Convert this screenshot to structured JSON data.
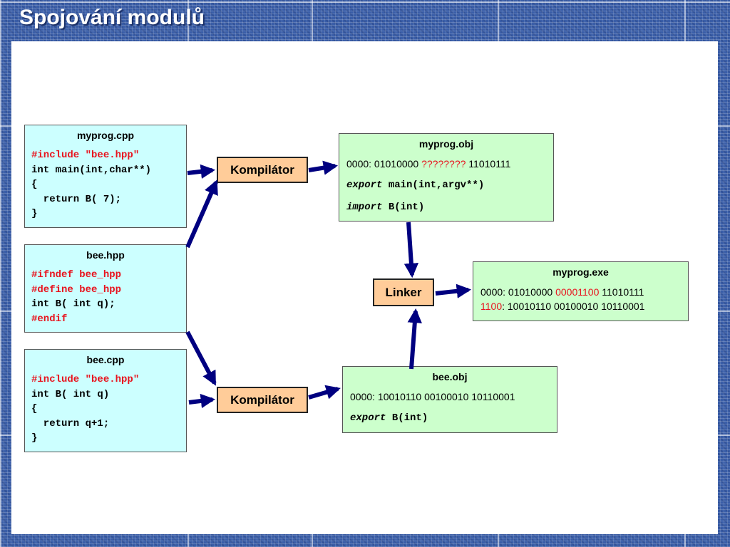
{
  "title": "Spojování modulů",
  "source_boxes": {
    "myprog_cpp": {
      "title": "myprog.cpp",
      "include": "#include \"bee.hpp\"",
      "lines": [
        "int main(int,char**)",
        "{",
        "  return B( 7);",
        "}"
      ]
    },
    "bee_hpp": {
      "title": "bee.hpp",
      "directives": [
        "#ifndef bee_hpp",
        "#define bee_hpp"
      ],
      "line": "int B( int q);",
      "endif": "#endif"
    },
    "bee_cpp": {
      "title": "bee.cpp",
      "include": "#include \"bee.hpp\"",
      "lines": [
        "int B( int q)",
        "{",
        "  return q+1;",
        "}"
      ]
    }
  },
  "processors": {
    "compiler_top": "Kompilátor",
    "compiler_bottom": "Kompilátor",
    "linker": "Linker"
  },
  "object_boxes": {
    "myprog_obj": {
      "title": "myprog.obj",
      "bytes_prefix": "0000: 01010000 ",
      "bytes_unknown": "????????",
      "bytes_suffix": " 11010111",
      "export_kw": "export",
      "export_sym": " main(int,argv**)",
      "import_kw": "import",
      "import_sym": " B(int)"
    },
    "bee_obj": {
      "title": "bee.obj",
      "bytes": "0000: 10010110 00100010 10110001",
      "export_kw": "export",
      "export_sym": " B(int)"
    },
    "myprog_exe": {
      "title": "myprog.exe",
      "line1_prefix": "0000: 01010000 ",
      "line1_resolved": "00001100",
      "line1_suffix": " 11010111",
      "line2_addr": "1100",
      "line2_rest": ": 10010110 00100010 10110001"
    }
  },
  "colors": {
    "background": "#3a5ea8",
    "source_fill": "#ccffff",
    "object_fill": "#ccffcc",
    "processor_fill": "#ffcc99",
    "arrow": "#000080",
    "highlight": "#e8141e"
  }
}
